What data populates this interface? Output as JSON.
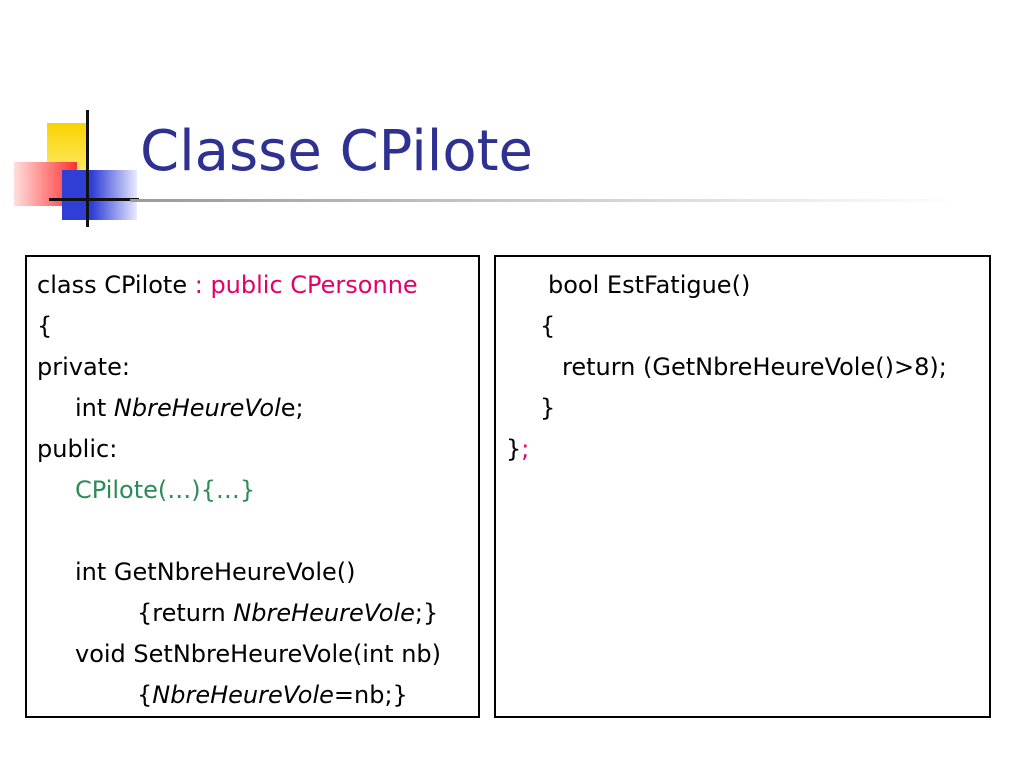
{
  "slide": {
    "title": "Classe CPilote"
  },
  "left_box": {
    "l1_a": "class CPilote ",
    "l1_b": ": public CPersonne",
    "l2": "{",
    "l3": "private:",
    "l4_a": "int ",
    "l4_b": "NbreHeureVol",
    "l4_c": "e;",
    "l5": "public:",
    "l6": "CPilote(…){…}",
    "l8": "int GetNbreHeureVole()",
    "l9_a": "{return ",
    "l9_b": "NbreHeureVole",
    "l9_c": ";}",
    "l10": "void SetNbreHeureVole(int nb)",
    "l11_a": "{",
    "l11_b": "NbreHeureVole",
    "l11_c": "=nb;}"
  },
  "right_box": {
    "l1": "bool EstFatigue()",
    "l2": "{",
    "l3": "return (GetNbreHeureVole()>8);",
    "l4": "}",
    "l5_a": "}",
    "l5_b": ";"
  },
  "colors": {
    "title": "#2e3192",
    "keyword_pink": "#e2006b",
    "constructor_green": "#2e8b57"
  }
}
